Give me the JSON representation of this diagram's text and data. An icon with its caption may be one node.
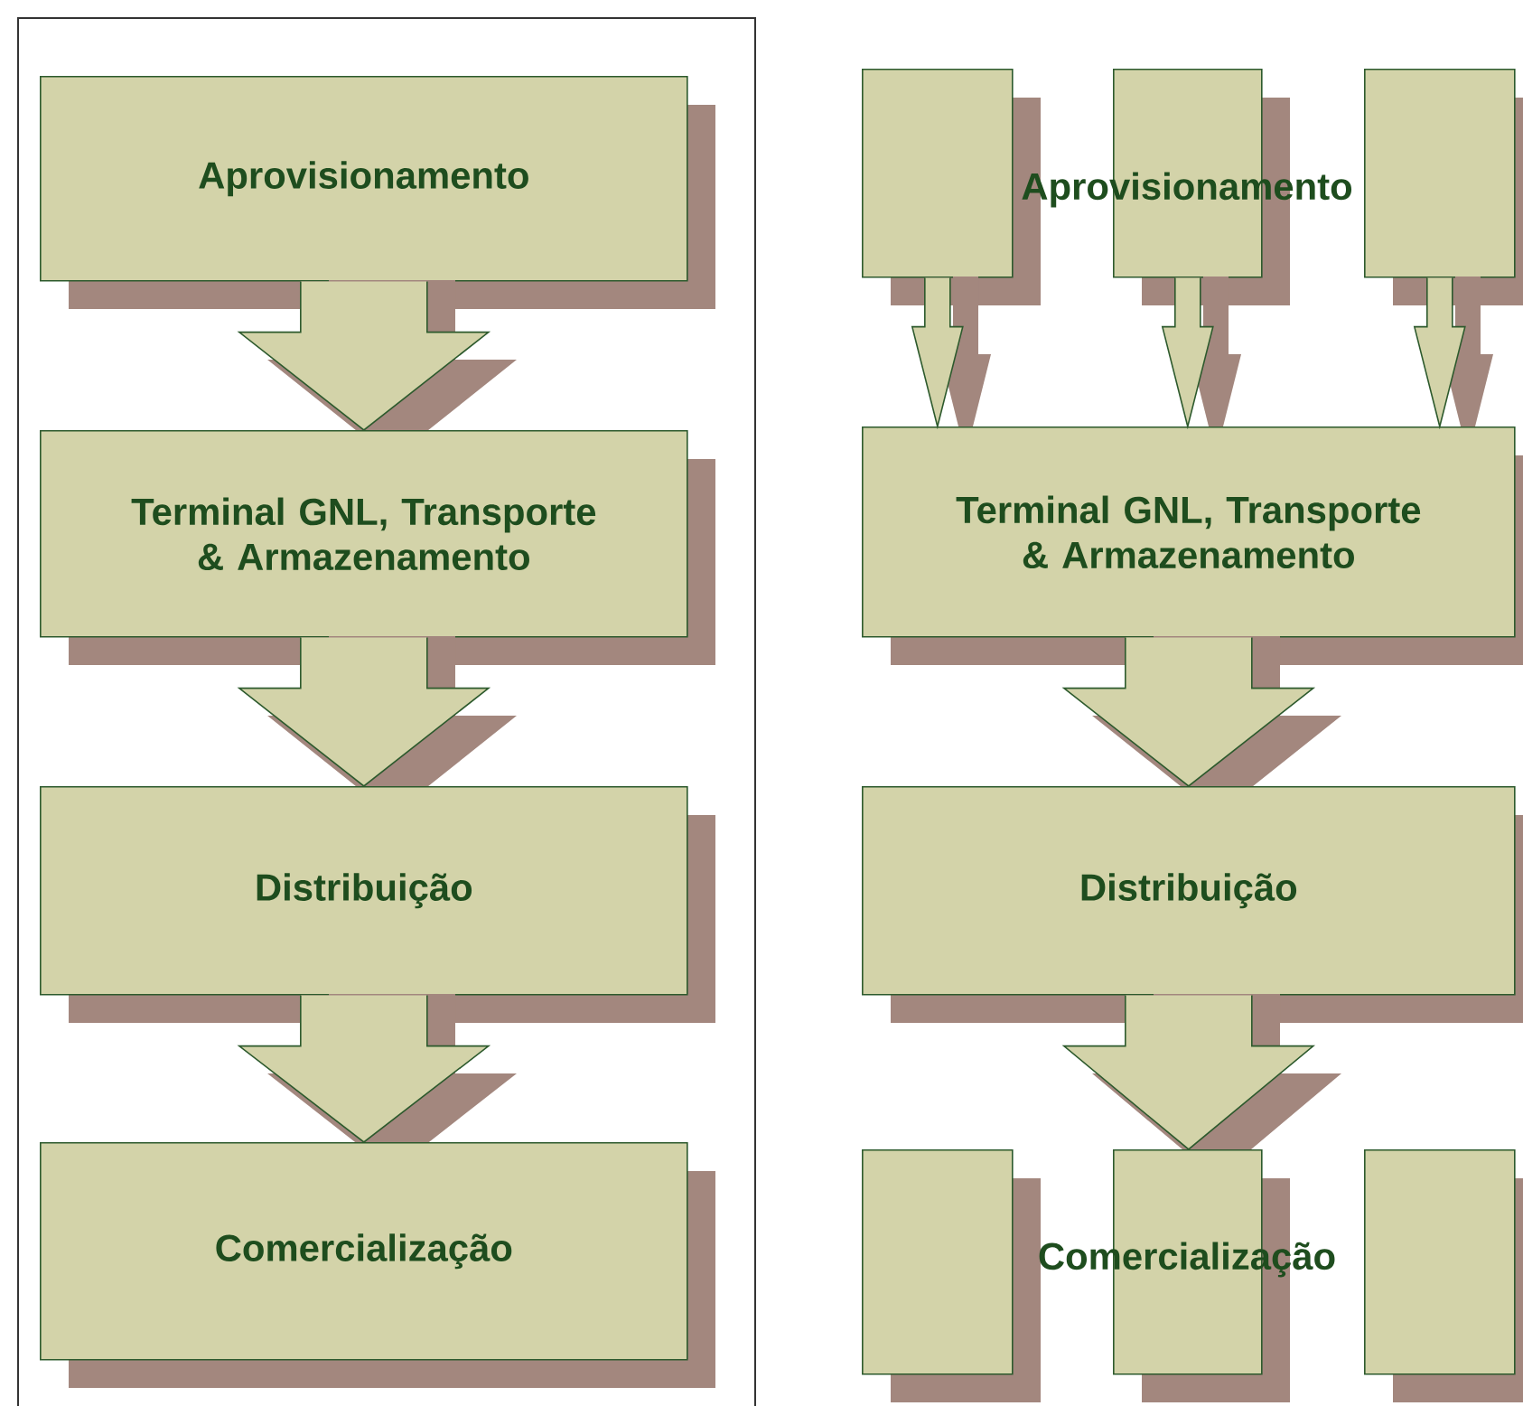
{
  "diagram": {
    "nodes": [
      {
        "text": [
          "Aprovisionamento"
        ]
      },
      {
        "text": [
          "Terminal GNL, Transporte & Armazenamento"
        ]
      },
      {
        "text": [
          "Distribuição"
        ]
      },
      {
        "text": [
          "Comercialização"
        ]
      },
      {
        "text": [],
        "shape": "box"
      },
      {
        "text": [],
        "shape": "box"
      },
      {
        "text": [],
        "shape": "box"
      },
      {
        "text": [
          "Terminal GNL, Transporte & Armazenamento"
        ]
      },
      {
        "text": [
          "Distribuição"
        ]
      },
      {
        "text": [],
        "shape": "box"
      },
      {
        "text": [],
        "shape": "box"
      },
      {
        "text": [],
        "shape": "box"
      }
    ],
    "edges": [
      {
        "from": 0,
        "to": 1,
        "arrow": "to"
      },
      {
        "from": 1,
        "to": 2,
        "arrow": "to"
      },
      {
        "from": 2,
        "to": 3,
        "arrow": "to"
      },
      {
        "from": 4,
        "to": 7,
        "arrow": "to"
      },
      {
        "from": 5,
        "to": 7,
        "arrow": "to"
      },
      {
        "from": 6,
        "to": 7,
        "arrow": "to"
      },
      {
        "from": 7,
        "to": 8,
        "arrow": "to"
      },
      {
        "from": 8,
        "to": 10,
        "arrow": "to"
      }
    ],
    "labels": [
      "Aprovisionamento",
      "Comercialização"
    ]
  }
}
